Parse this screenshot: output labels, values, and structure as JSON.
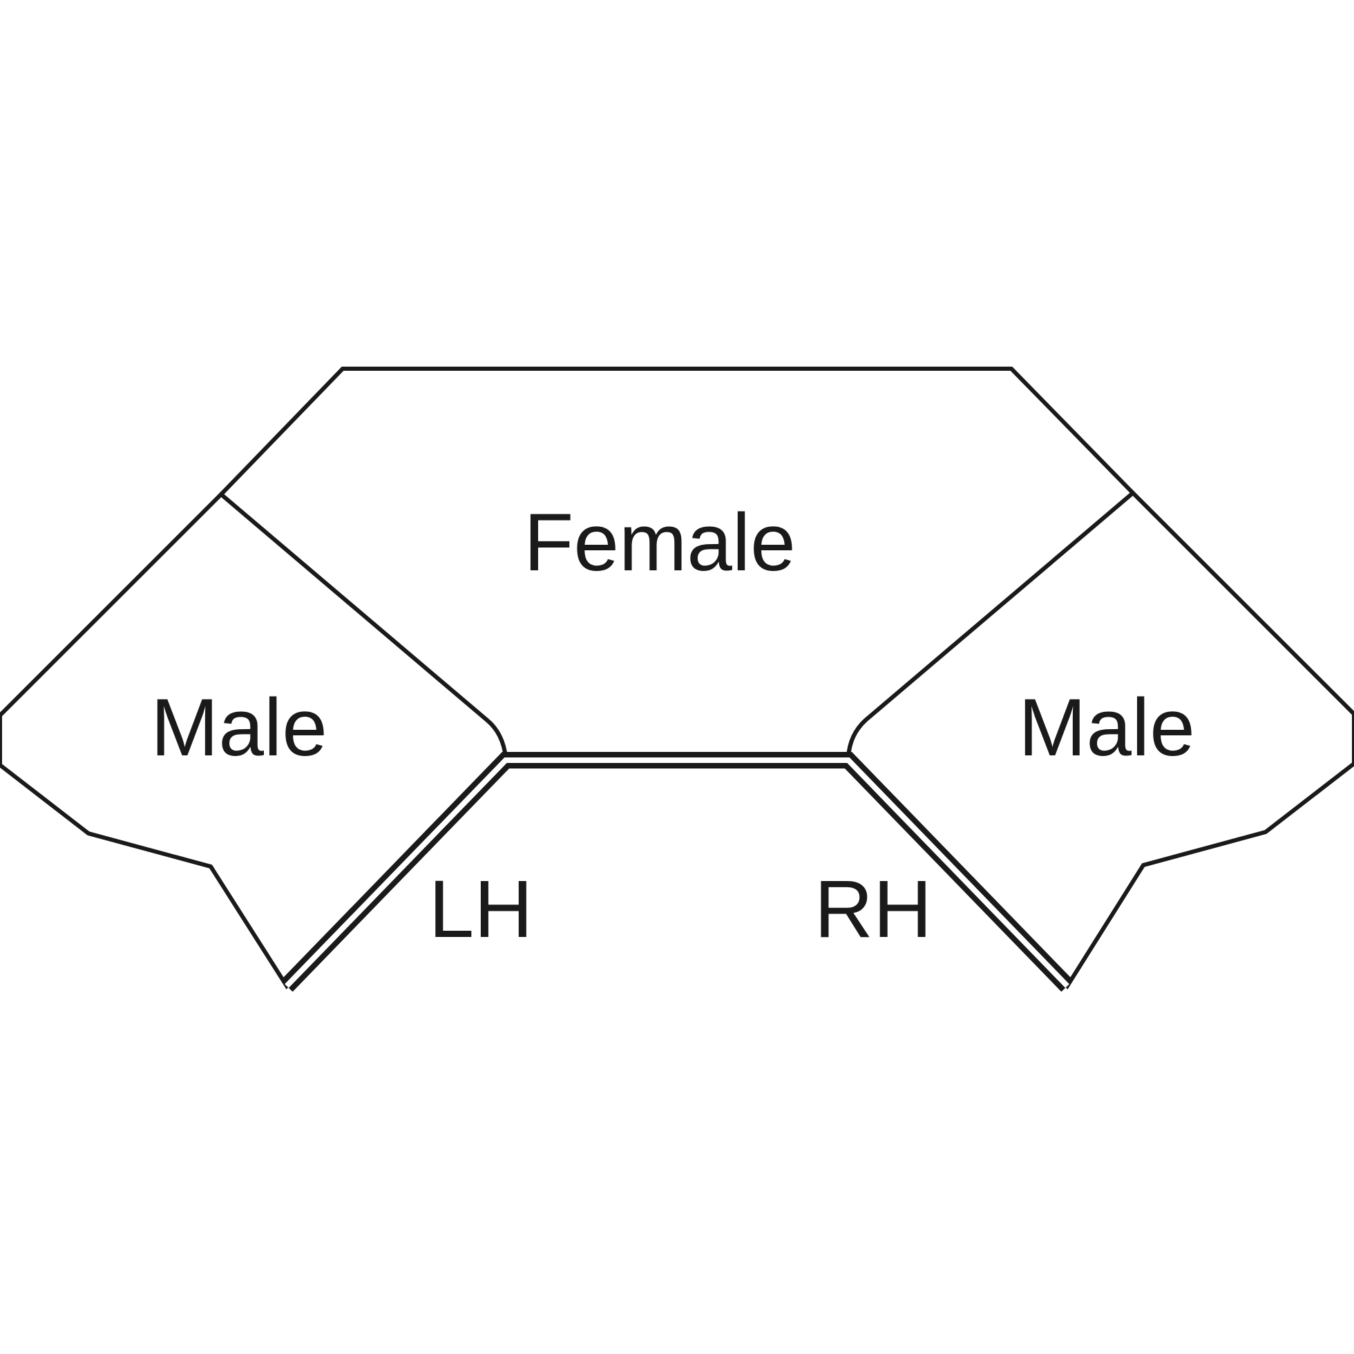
{
  "diagram": {
    "labels": {
      "female": "Female",
      "male_left": "Male",
      "male_right": "Male",
      "lh": "LH",
      "rh": "RH"
    },
    "colors": {
      "stroke": "#1a1a1a",
      "background": "#ffffff"
    }
  }
}
